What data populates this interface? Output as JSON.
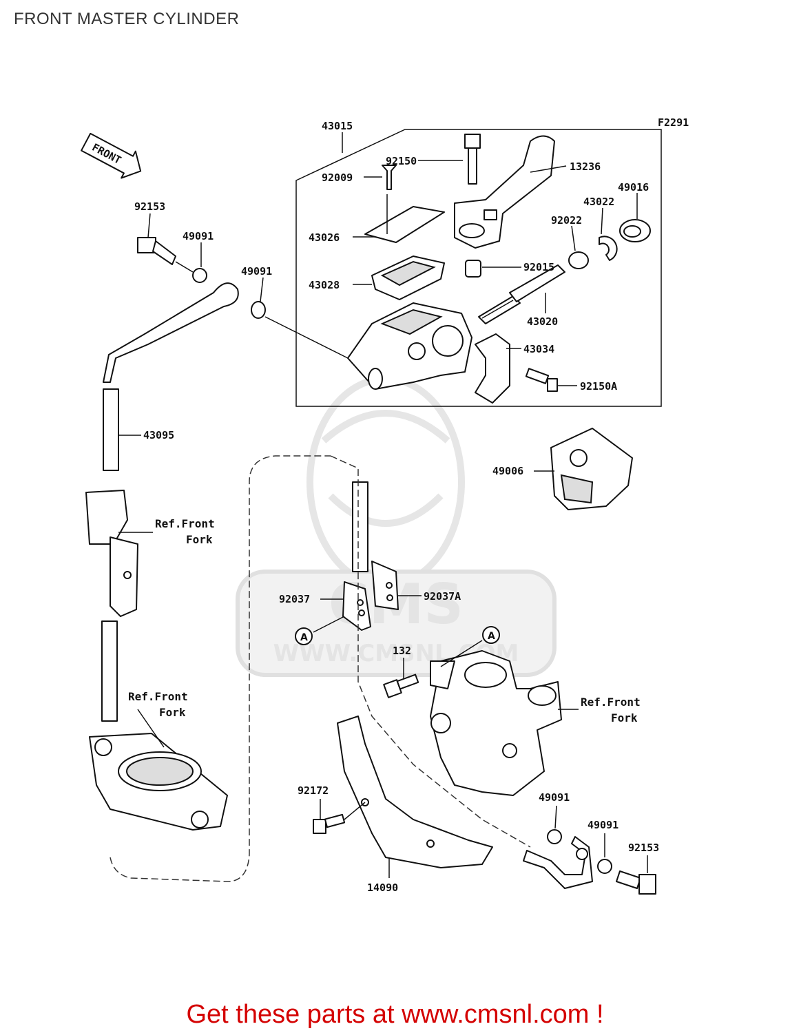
{
  "title": "FRONT MASTER CYLINDER",
  "figure_code": "F2291",
  "front_arrow_label": "FRONT",
  "watermark": {
    "brand": "CMS",
    "url": "WWW.CMSNL.COM"
  },
  "part_numbers": [
    "43015",
    "92150",
    "13236",
    "92009",
    "49016",
    "43022",
    "92022",
    "43026",
    "92015",
    "43028",
    "43020",
    "43034",
    "92150A",
    "92153",
    "49091",
    "49091",
    "43095",
    "49006",
    "92037",
    "92037A",
    "132",
    "92172",
    "14090",
    "49091",
    "49091",
    "92153"
  ],
  "references": [
    {
      "line1": "Ref.Front",
      "line2": "Fork"
    },
    {
      "line1": "Ref.Front",
      "line2": "Fork"
    },
    {
      "line1": "Ref.Front",
      "line2": "Fork"
    }
  ],
  "markers": [
    "A",
    "A"
  ],
  "footer_text": "Get these parts at www.cmsnl.com !"
}
